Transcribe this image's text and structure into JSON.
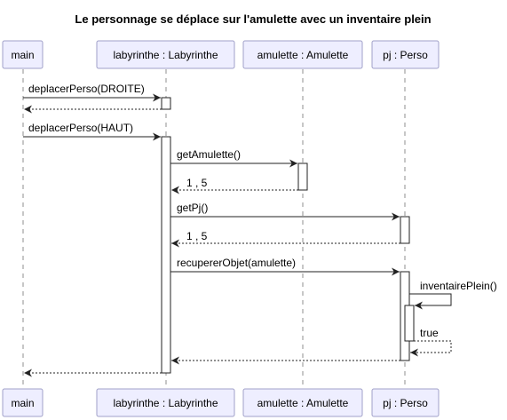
{
  "title": "Le personnage se déplace sur l'amulette avec un inventaire plein",
  "participants": [
    {
      "id": "main",
      "label": "main"
    },
    {
      "id": "labyrinthe",
      "label": "labyrinthe : Labyrinthe"
    },
    {
      "id": "amulette",
      "label": "amulette : Amulette"
    },
    {
      "id": "pj",
      "label": "pj : Perso"
    }
  ],
  "messages": [
    {
      "label": "deplacerPerso(DROITE)",
      "from": "main",
      "to": "labyrinthe",
      "kind": "call"
    },
    {
      "label": "",
      "from": "labyrinthe",
      "to": "main",
      "kind": "return"
    },
    {
      "label": "deplacerPerso(HAUT)",
      "from": "main",
      "to": "labyrinthe",
      "kind": "call"
    },
    {
      "label": "getAmulette()",
      "from": "labyrinthe",
      "to": "amulette",
      "kind": "call"
    },
    {
      "label": "1 , 5",
      "from": "amulette",
      "to": "labyrinthe",
      "kind": "return"
    },
    {
      "label": "getPj()",
      "from": "labyrinthe",
      "to": "pj",
      "kind": "call"
    },
    {
      "label": "1 , 5",
      "from": "pj",
      "to": "labyrinthe",
      "kind": "return"
    },
    {
      "label": "recupererObjet(amulette)",
      "from": "labyrinthe",
      "to": "pj",
      "kind": "call"
    },
    {
      "label": "inventairePlein()",
      "from": "pj",
      "to": "pj",
      "kind": "self-call"
    },
    {
      "label": "true",
      "from": "pj",
      "to": "pj",
      "kind": "self-return"
    },
    {
      "label": "",
      "from": "pj",
      "to": "labyrinthe",
      "kind": "return"
    },
    {
      "label": "",
      "from": "labyrinthe",
      "to": "main",
      "kind": "return"
    }
  ]
}
